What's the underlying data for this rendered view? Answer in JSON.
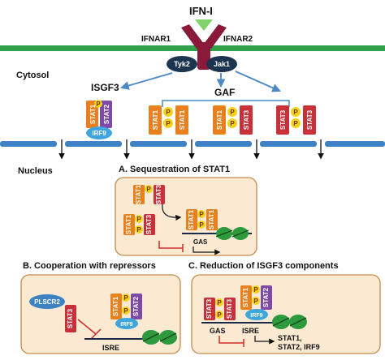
{
  "ligand": "IFN-I",
  "receptors": {
    "left": "IFNAR1",
    "right": "IFNAR2"
  },
  "kinases": {
    "left": "Tyk2",
    "right": "Jak1"
  },
  "compartments": {
    "cytosol": "Cytosol",
    "nucleus": "Nucleus"
  },
  "complexes": {
    "isgf3": "ISGF3",
    "gaf": "GAF"
  },
  "proteins": {
    "stat1": "STAT1",
    "stat2": "STAT2",
    "stat3": "STAT3",
    "irf9": "IRF9",
    "plscr2": "PLSCR2",
    "phospho": "P"
  },
  "panels": {
    "a": {
      "title": "A. Sequestration of STAT1",
      "gas": "GAS"
    },
    "b": {
      "title": "B. Cooperation with repressors",
      "isre": "ISRE"
    },
    "c": {
      "title": "C. Reduction of ISGF3 components",
      "gas": "GAS",
      "isre": "ISRE",
      "output_line1": "STAT1,",
      "output_line2": "STAT2, IRF9"
    }
  },
  "colors": {
    "membrane": "#2ea14a",
    "nuclear_envelope": "#3c82c4",
    "receptor": "#8b1a3a",
    "ligand": "#7fd36a",
    "kinase": "#1c3450",
    "stat1": "#e8801e",
    "stat2": "#7e4aa6",
    "stat3": "#c8303a",
    "irf9": "#3ea6dc",
    "phospho": "#f5d21a",
    "panel_bg": "#fbe9d2",
    "panel_border": "#c38a4a",
    "dna": "#2e9a3e",
    "arrow": "#4c88c6",
    "inhibit": "#d22a2a"
  }
}
